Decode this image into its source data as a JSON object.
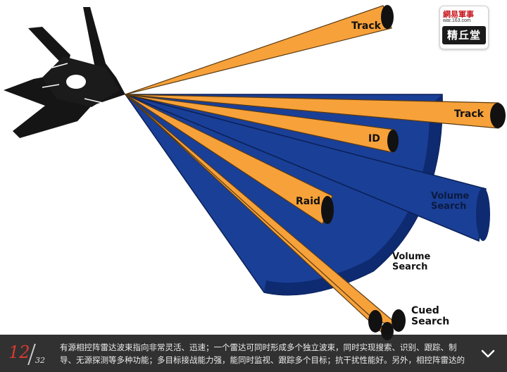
{
  "labels": {
    "track_top": "Track",
    "track_right": "Track",
    "id": "ID",
    "raid": "Raid",
    "volume_search_beam": "Volume\nSearch",
    "volume_search_fan": "Volume\nSearch",
    "cued_search": "Cued\nSearch"
  },
  "logo": {
    "line1": "網易軍事",
    "line2": "war.163.com",
    "line3": "精丘堂"
  },
  "caption": {
    "page_current": "12",
    "page_total": "32",
    "text": "有源相控阵雷达波束指向非常灵活、迅速；一个雷达可同时形成多个独立波束，同时实现搜索、识别、跟踪、制\n导、无源探测等多种功能；多目标接战能力强，能同时监视、跟踪多个目标；抗干扰性能好。另外，相控阵雷达的"
  },
  "colors": {
    "orange": "#f7a13a",
    "blue": "#1a3f96",
    "dark_blue": "#0e2a70",
    "black": "#111111"
  },
  "icons": {
    "aircraft": "fighter-jet-icon",
    "expand": "chevron-down-icon"
  }
}
